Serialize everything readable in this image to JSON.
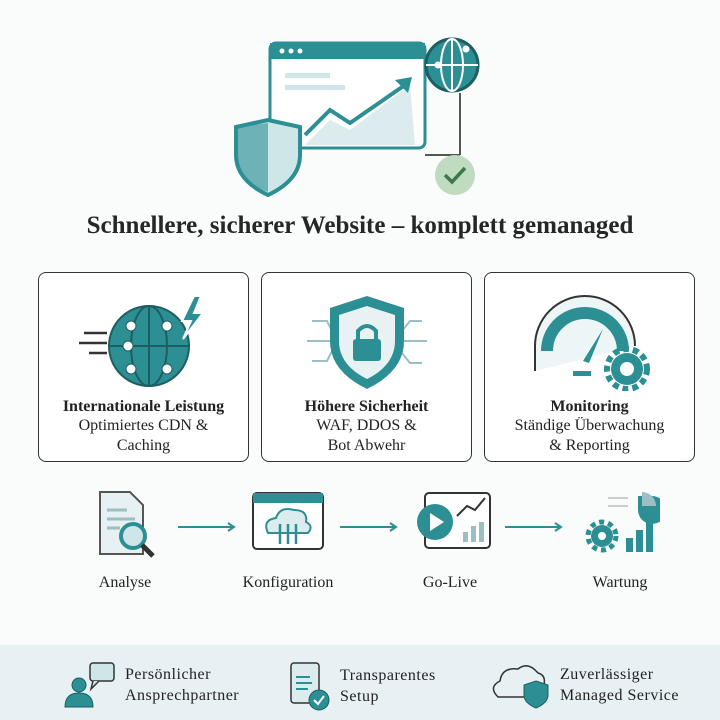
{
  "title": "Schnellere, sicherer Website – komplett gemanaged",
  "colors": {
    "accent": "#2b8f94",
    "light": "#cfe6e8",
    "check": "#bfdcc0"
  },
  "cards": [
    {
      "heading": "Internationale Leistung",
      "line1": "Optimiertes CDN &",
      "line2": "Caching",
      "icon": "globe-lightning-icon"
    },
    {
      "heading": "Höhere Sicherheit",
      "line1": "WAF, DDOS &",
      "line2": "Bot Abwehr",
      "icon": "shield-lock-icon"
    },
    {
      "heading": "Monitoring",
      "line1": "Ständige Überwachung",
      "line2": "& Reporting",
      "icon": "gauge-gear-icon"
    }
  ],
  "steps": [
    {
      "label": "Analyse",
      "icon": "document-search-icon"
    },
    {
      "label": "Konfiguration",
      "icon": "cloud-config-icon"
    },
    {
      "label": "Go-Live",
      "icon": "play-chart-icon"
    },
    {
      "label": "Wartung",
      "icon": "gear-chart-icon"
    }
  ],
  "features": [
    {
      "line1": "Persönlicher",
      "line2": "Ansprechpartner",
      "icon": "person-chat-icon"
    },
    {
      "line1": "Transparentes",
      "line2": "Setup",
      "icon": "document-check-icon"
    },
    {
      "line1": "Zuverlässiger",
      "line2": "Managed Service",
      "icon": "cloud-shield-icon"
    }
  ]
}
